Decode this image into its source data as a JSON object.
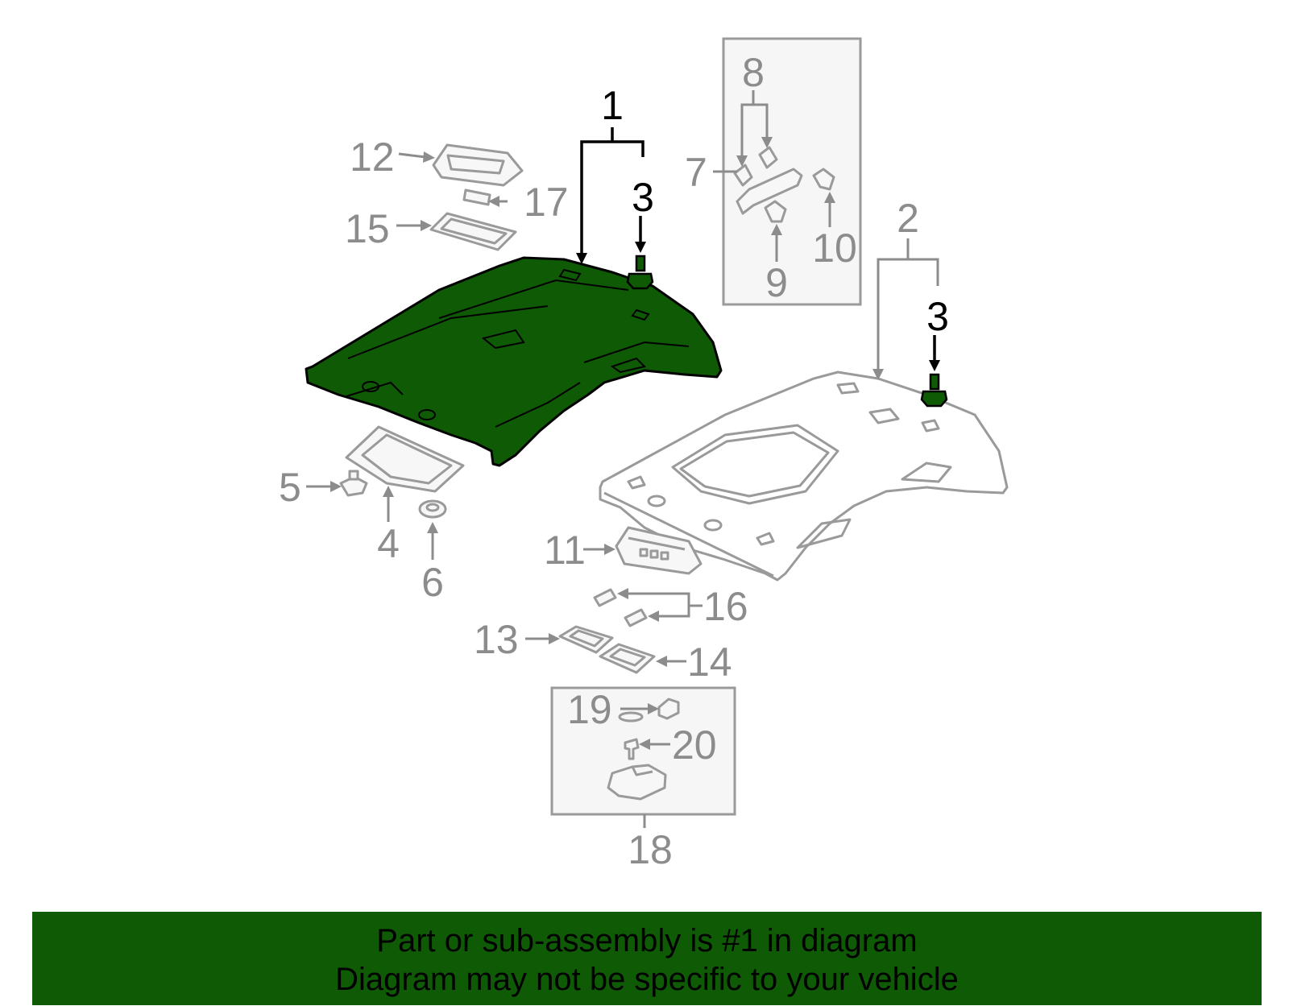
{
  "callouts": {
    "c1": "1",
    "c2": "2",
    "c3a": "3",
    "c3b": "3",
    "c4": "4",
    "c5": "5",
    "c6": "6",
    "c7": "7",
    "c8": "8",
    "c9": "9",
    "c10": "10",
    "c11": "11",
    "c12": "12",
    "c13": "13",
    "c14": "14",
    "c15": "15",
    "c16": "16",
    "c17": "17",
    "c18": "18",
    "c19": "19",
    "c20": "20"
  },
  "banner": {
    "line1": "Part or sub-assembly is #1 in diagram",
    "line2": "Diagram may not be specific to your vehicle"
  },
  "colors": {
    "highlight": "#0f5a05",
    "line_grey": "#8c8c8c",
    "line_black": "#000000"
  }
}
